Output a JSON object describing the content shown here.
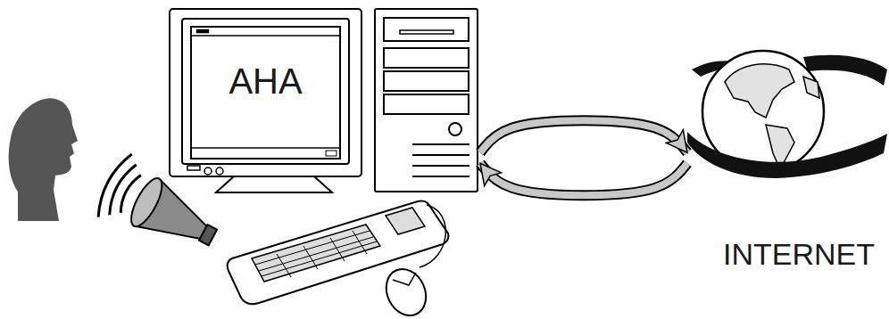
{
  "diagram": {
    "nodes": [
      {
        "text": [
          "AHA"
        ]
      },
      {
        "text": [
          "INTERNET"
        ]
      }
    ],
    "edges": [
      {
        "from": 0,
        "to": 1,
        "arrow": "both"
      }
    ]
  }
}
